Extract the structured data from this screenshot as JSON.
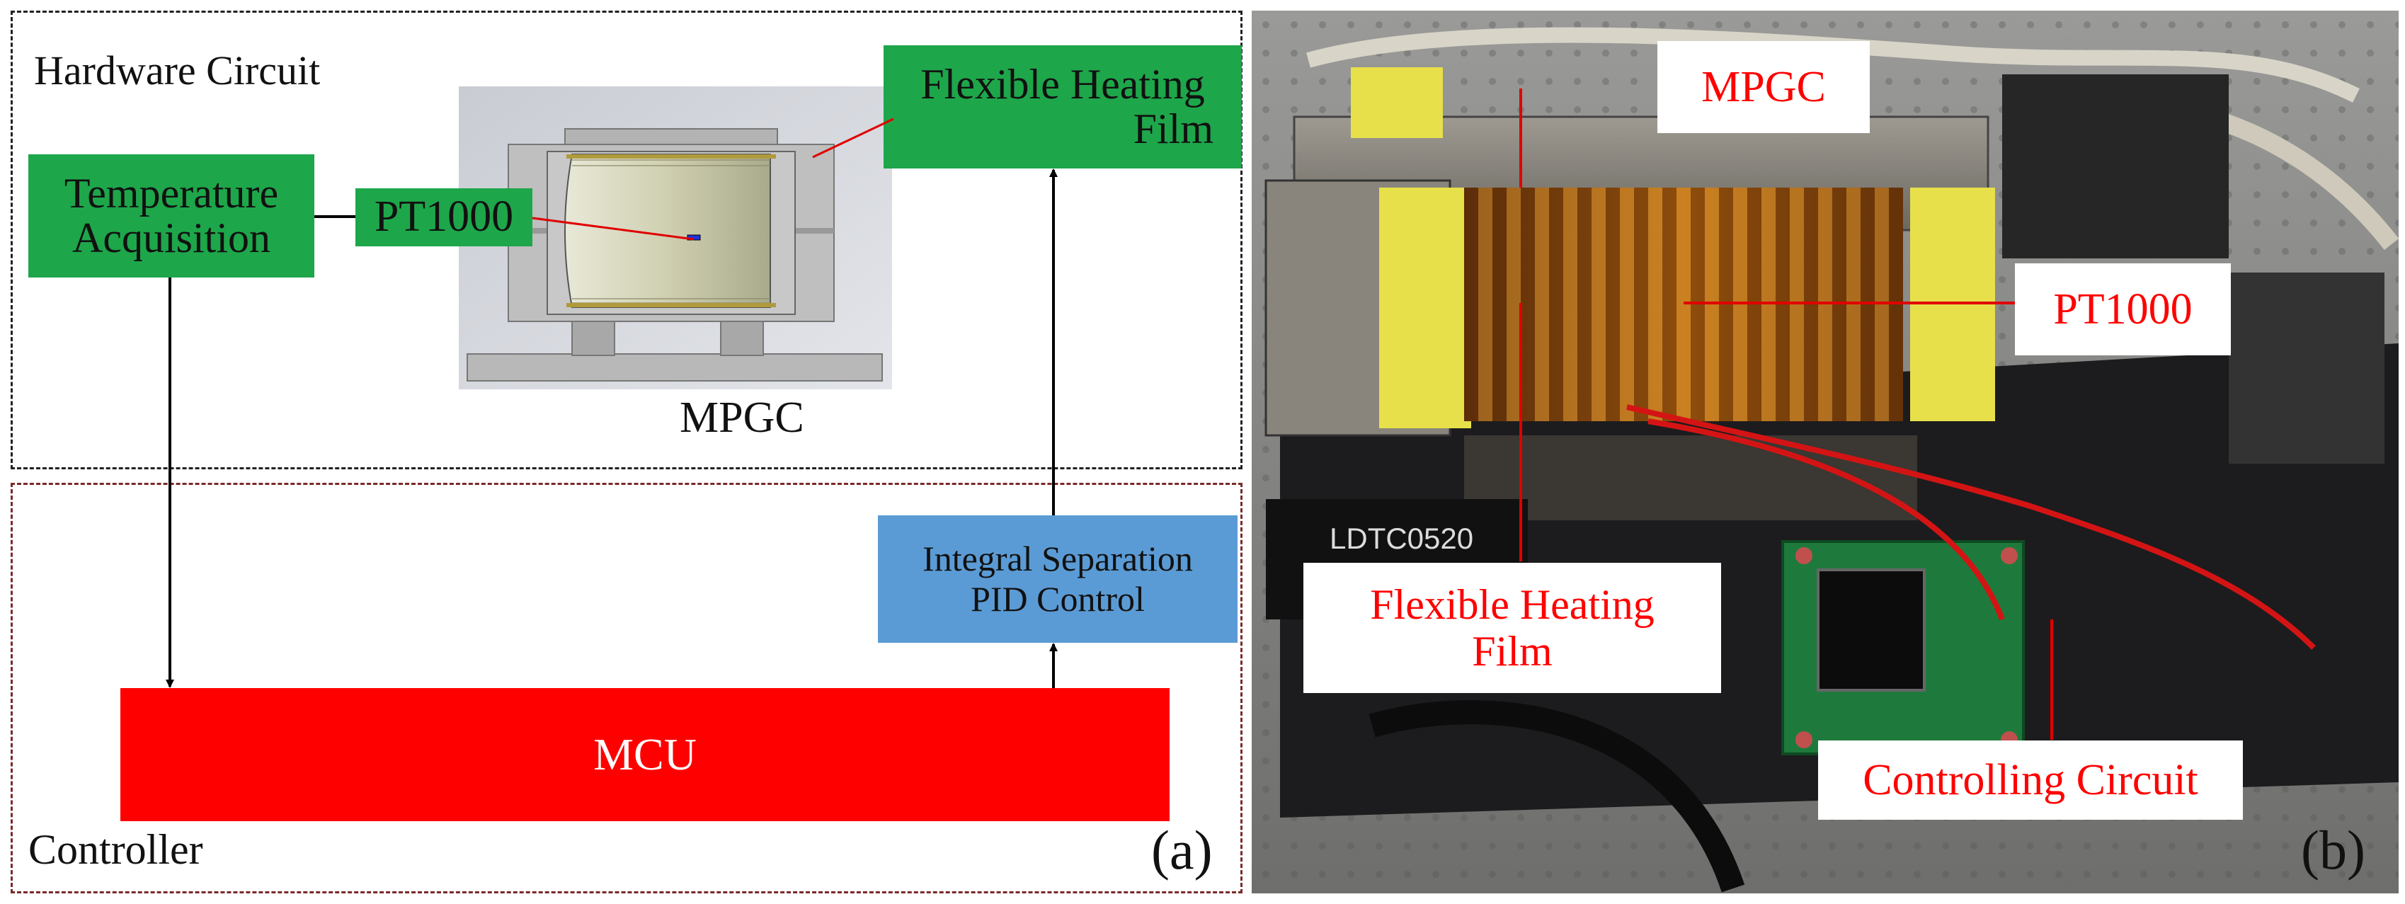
{
  "panel_a": {
    "hardware_label": "Hardware Circuit",
    "controller_label": "Controller",
    "panel_tag": "(a)",
    "temperature_acquisition": [
      "Temperature",
      "Acquisition"
    ],
    "pt1000": "PT1000",
    "flexible_heating_film": [
      "Flexible Heating",
      "Film"
    ],
    "mpgc_caption": "MPGC",
    "pid_control": [
      "Integral Separation",
      "PID Control"
    ],
    "mcu": "MCU"
  },
  "panel_b": {
    "panel_tag": "(b)",
    "mpgc": "MPGC",
    "pt1000": "PT1000",
    "flexible_heating_film": [
      "Flexible Heating",
      "Film"
    ],
    "controlling_circuit": "Controlling Circuit",
    "module_marking": "LDTC0520"
  },
  "colors": {
    "green_box": "#1ea64a",
    "blue_box": "#5b9bd5",
    "mcu_red": "#ff0000",
    "callout_text": "#ff0000"
  }
}
